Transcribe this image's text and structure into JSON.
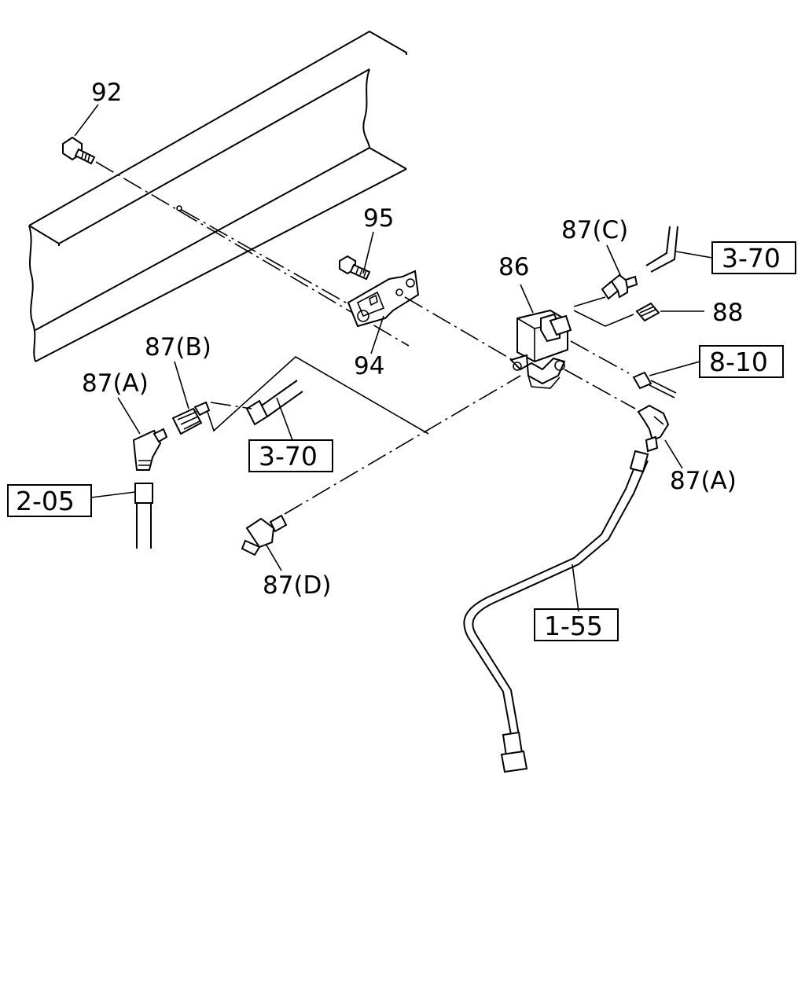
{
  "callouts": {
    "c92": "92",
    "c95": "95",
    "c94": "94",
    "c86": "86",
    "c87c": "87(C)",
    "c88": "88",
    "c87b": "87(B)",
    "c87a_left": "87(A)",
    "c87a_right": "87(A)",
    "c87d": "87(D)"
  },
  "refs": {
    "r370_top": "3-70",
    "r810": "8-10",
    "r370_mid": "3-70",
    "r205": "2-05",
    "r155": "1-55"
  }
}
